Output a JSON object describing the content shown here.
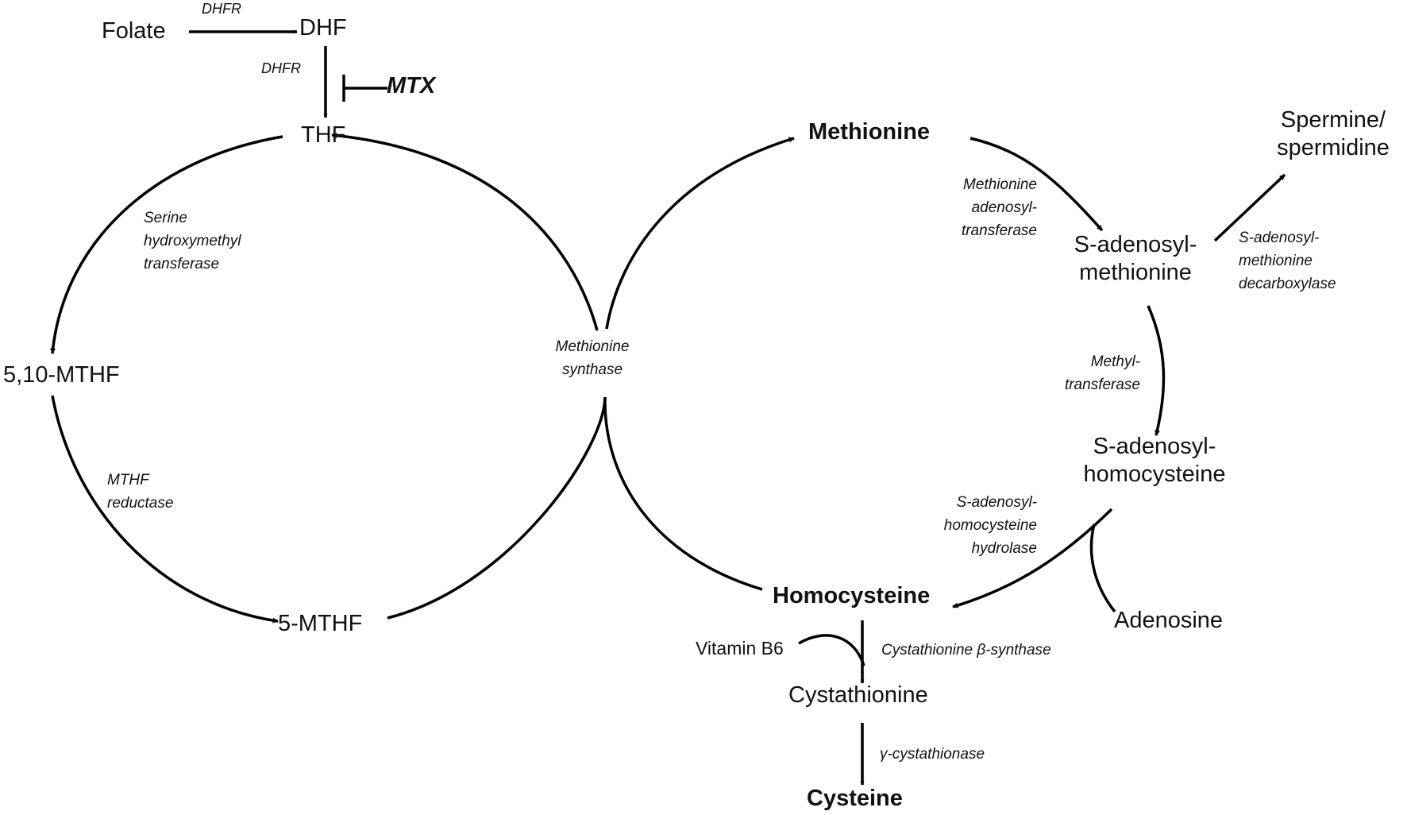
{
  "metabolites": {
    "folate": "Folate",
    "dhf": "DHF",
    "thf": "THF",
    "mthf_5_10": "5,10-MTHF",
    "mthf_5": "5-MTHF",
    "methionine": "Methionine",
    "sam_line1": "S-adenosyl-",
    "sam_line2": "methionine",
    "sah_line1": "S-adenosyl-",
    "sah_line2": "homocysteine",
    "homocysteine": "Homocysteine",
    "adenosine": "Adenosine",
    "spermine_line1": "Spermine/",
    "spermine_line2": "spermidine",
    "vitamin_b6": "Vitamin B6",
    "cystathionine": "Cystathionine",
    "cysteine": "Cysteine"
  },
  "enzymes": {
    "dhfr_top": "DHFR",
    "dhfr_side": "DHFR",
    "shmt_line1": "Serine",
    "shmt_line2": "hydroxymethyl",
    "shmt_line3": "transferase",
    "mthfr_line1": "MTHF",
    "mthfr_line2": "reductase",
    "ms_line1": "Methionine",
    "ms_line2": "synthase",
    "mat_line1": "Methionine",
    "mat_line2": "adenosyl-",
    "mat_line3": "transferase",
    "samdc_line1": "S-adenosyl-",
    "samdc_line2": "methionine",
    "samdc_line3": "decarboxylase",
    "mt_line1": "Methyl-",
    "mt_line2": "transferase",
    "sahh_line1": "S-adenosyl-",
    "sahh_line2": "homocysteine",
    "sahh_line3": "hydrolase",
    "cbs": "Cystathionine β-synthase",
    "cgl": "γ-cystathionase"
  },
  "inhibitor": "MTX",
  "colors": {
    "line": "#000000",
    "text": "#111111",
    "background": "#ffffff"
  }
}
